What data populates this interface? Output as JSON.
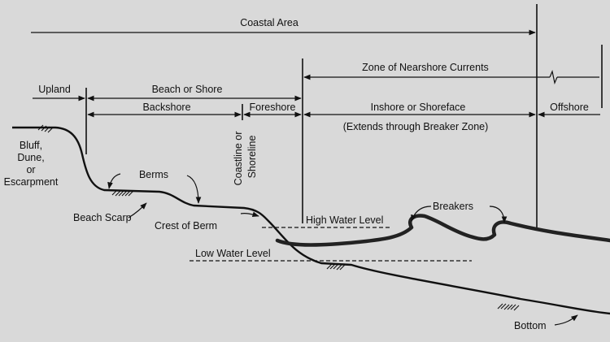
{
  "labels": {
    "coastal_area": "Coastal Area",
    "zone_nearshore": "Zone of Nearshore Currents",
    "upland": "Upland",
    "beach_or_shore": "Beach or Shore",
    "backshore": "Backshore",
    "foreshore": "Foreshore",
    "inshore": "Inshore or Shoreface",
    "inshore_sub": "(Extends through Breaker Zone)",
    "offshore": "Offshore",
    "bluff_1": "Bluff,",
    "bluff_2": "Dune,",
    "bluff_3": "or",
    "bluff_4": "Escarpment",
    "berms": "Berms",
    "coastline_1": "Coastline or",
    "coastline_2": "Shoreline",
    "beach_scarp": "Beach Scarp",
    "crest_of_berm": "Crest of Berm",
    "high_water": "High Water Level",
    "breakers": "Breakers",
    "low_water": "Low Water Level",
    "bottom": "Bottom"
  },
  "colors": {
    "background": "#d9d9d9",
    "ink": "#111111"
  }
}
